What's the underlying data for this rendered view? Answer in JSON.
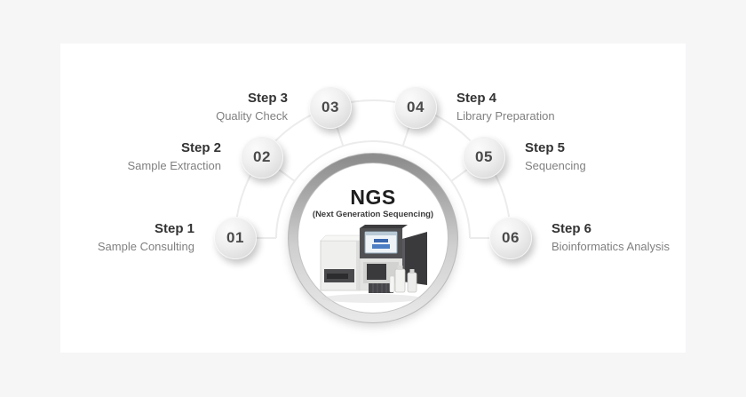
{
  "page": {
    "background_color": "#f6f6f7",
    "card_color": "#ffffff"
  },
  "center": {
    "title": "NGS",
    "subtitle": "(Next Generation Sequencing)",
    "illustration": "dna-sequencer-machine"
  },
  "steps": [
    {
      "number": "01",
      "title": "Step 1",
      "description": "Sample Consulting",
      "side": "left"
    },
    {
      "number": "02",
      "title": "Step 2",
      "description": "Sample Extraction",
      "side": "left"
    },
    {
      "number": "03",
      "title": "Step 3",
      "description": "Quality Check",
      "side": "left"
    },
    {
      "number": "04",
      "title": "Step 4",
      "description": "Library Preparation",
      "side": "right"
    },
    {
      "number": "05",
      "title": "Step 5",
      "description": "Sequencing",
      "side": "right"
    },
    {
      "number": "06",
      "title": "Step 6",
      "description": "Bioinformatics Analysis",
      "side": "right"
    }
  ],
  "colors": {
    "step_number": "#4a4a4a",
    "step_title": "#333333",
    "step_description": "#808080",
    "connector_line": "#ececec",
    "hub_ring_dark": "#8d8d8d",
    "hub_ring_light": "#e8e8e8"
  }
}
